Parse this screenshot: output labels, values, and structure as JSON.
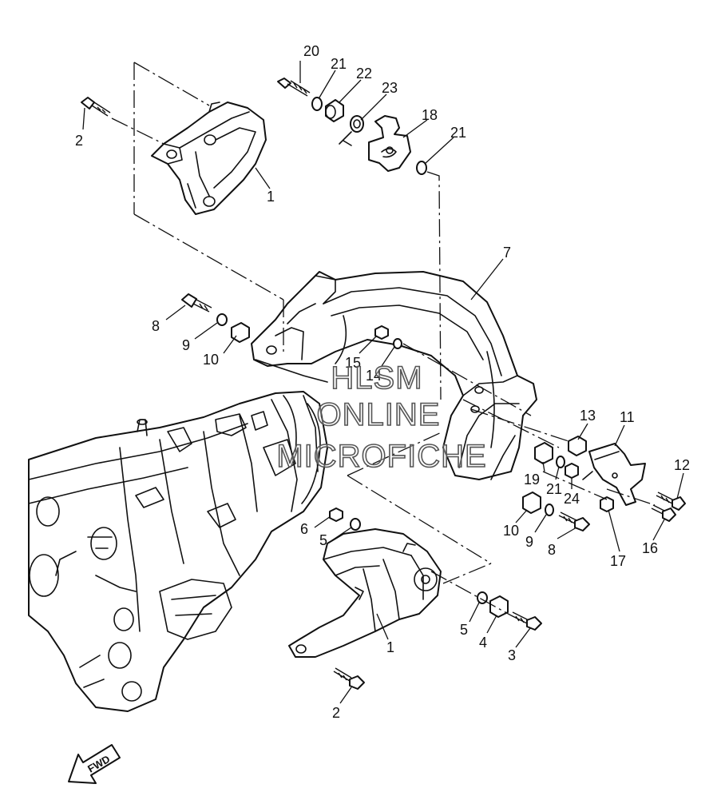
{
  "callouts": {
    "n20": "20",
    "n21a": "21",
    "n22": "22",
    "n23": "23",
    "n18": "18",
    "n21b": "21",
    "n2a": "2",
    "n1a": "1",
    "n7": "7",
    "n8a": "8",
    "n9a": "9",
    "n10a": "10",
    "n15": "15",
    "n14": "14",
    "n13": "13",
    "n11": "11",
    "n12": "12",
    "n19": "19",
    "n21c": "21",
    "n24": "24",
    "n10b": "10",
    "n9b": "9",
    "n8b": "8",
    "n17": "17",
    "n16": "16",
    "n6": "6",
    "n5a": "5",
    "n5b": "5",
    "n4": "4",
    "n3": "3",
    "n1b": "1",
    "n2b": "2"
  },
  "watermark": {
    "line1": "HLSM",
    "line2": "ONLINE",
    "line3": "MICROFICHE"
  },
  "fwd_label": "FWD",
  "colors": {
    "ink": "#111111",
    "background": "#ffffff",
    "watermark_outline": "#555555"
  }
}
